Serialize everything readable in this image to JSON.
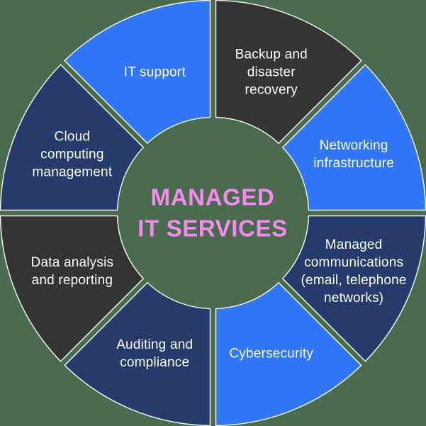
{
  "title": {
    "line1": "MANAGED",
    "line2": "IT SERVICES",
    "color": "#F18BEC"
  },
  "colors": {
    "background": "#4A6B4F",
    "bright_blue": "#3076F7",
    "navy": "#263B6B",
    "charcoal": "#343434",
    "segment_stroke": "#EDF2EA",
    "label_text": "#FFFFFF"
  },
  "chart_data": {
    "type": "donut-diagram",
    "center_label": "MANAGED IT SERVICES",
    "segment_count": 8,
    "segments": [
      {
        "id": "networking-infrastructure",
        "label": "Networking infrastructure",
        "color_key": "bright_blue",
        "start_angle": 0,
        "end_angle": 45
      },
      {
        "id": "backup-and-disaster-recovery",
        "label": "Backup and disaster recovery",
        "color_key": "charcoal",
        "start_angle": 45,
        "end_angle": 90
      },
      {
        "id": "it-support",
        "label": "IT support",
        "color_key": "bright_blue",
        "start_angle": 90,
        "end_angle": 135
      },
      {
        "id": "cloud-computing-management",
        "label": "Cloud computing management",
        "color_key": "navy",
        "start_angle": 135,
        "end_angle": 180
      },
      {
        "id": "data-analysis-and-reporting",
        "label": "Data analysis and reporting",
        "color_key": "charcoal",
        "start_angle": 180,
        "end_angle": 225
      },
      {
        "id": "auditing-and-compliance",
        "label": "Auditing and compliance",
        "color_key": "navy",
        "start_angle": 225,
        "end_angle": 270
      },
      {
        "id": "cybersecurity",
        "label": "Cybersecurity",
        "color_key": "bright_blue",
        "start_angle": 270,
        "end_angle": 315
      },
      {
        "id": "managed-communications",
        "label": "Managed communications (email, telephone networks)",
        "color_key": "navy",
        "start_angle": 315,
        "end_angle": 360
      }
    ]
  }
}
